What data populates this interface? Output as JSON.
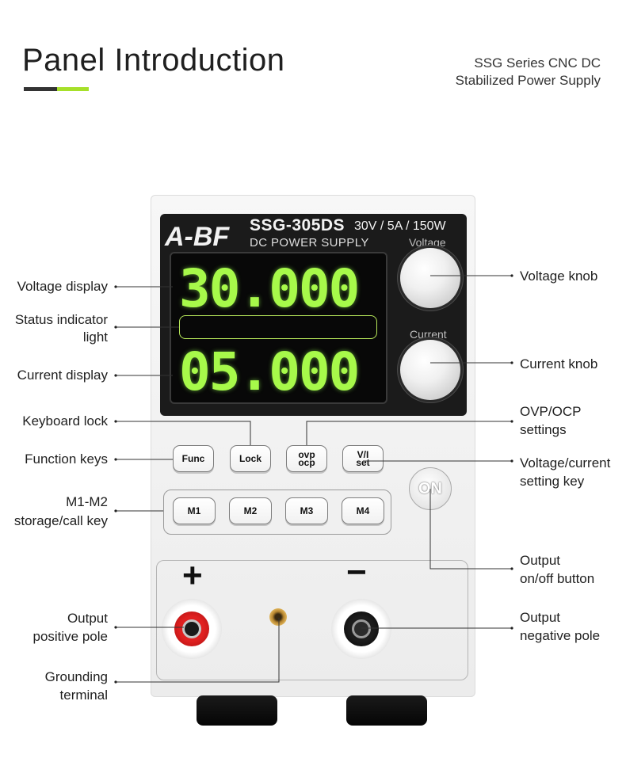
{
  "header": {
    "title": "Panel Introduction",
    "subtitle_line1": "SSG Series CNC DC",
    "subtitle_line2": "Stabilized Power Supply",
    "accent_colors": {
      "dark": "#333333",
      "green": "#a6e02a"
    }
  },
  "device": {
    "brand": "A-BF",
    "model": "SSG-305DS",
    "spec": "30V / 5A / 150W",
    "type": "DC POWER SUPPLY",
    "voltage_readout": "30.000",
    "current_readout": "05.000",
    "display_color": "#a7f94a",
    "knobs": {
      "voltage": "Voltage",
      "current": "Current"
    },
    "keys": {
      "func": "Func",
      "lock": "Lock",
      "ovp_top": "ovp",
      "ovp_bottom": "ocp",
      "vi_top": "V/I",
      "vi_bottom": "set"
    },
    "memory_keys": [
      "M1",
      "M2",
      "M3",
      "M4"
    ],
    "on_button": "ON",
    "positive_sign": "+",
    "negative_sign": "−"
  },
  "labels": {
    "voltage_display": "Voltage display",
    "status_indicator_line1": "Status indicator",
    "status_indicator_line2": "light",
    "current_display": "Current display",
    "keyboard_lock": "Keyboard lock",
    "function_keys": "Function keys",
    "m_storage_line1": "M1-M2",
    "m_storage_line2": "storage/call key",
    "output_positive_line1": "Output",
    "output_positive_line2": "positive pole",
    "grounding_line1": "Grounding",
    "grounding_line2": "terminal",
    "voltage_knob": "Voltage knob",
    "current_knob": "Current knob",
    "ovp_ocp_line1": "OVP/OCP",
    "ovp_ocp_line2": "settings",
    "vi_setting_line1": "Voltage/current",
    "vi_setting_line2": "setting key",
    "output_onoff_line1": "Output",
    "output_onoff_line2": "on/off button",
    "output_negative_line1": "Output",
    "output_negative_line2": "negative pole"
  }
}
